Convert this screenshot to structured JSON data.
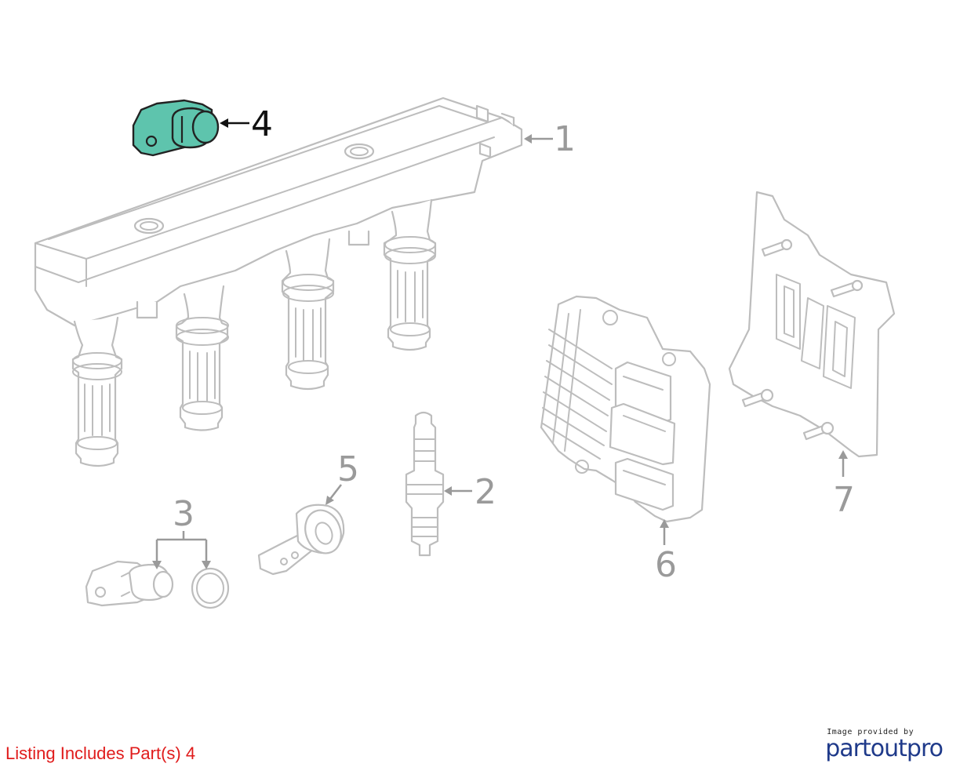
{
  "diagram": {
    "callouts": [
      {
        "id": "1",
        "label": "1",
        "highlighted": false
      },
      {
        "id": "2",
        "label": "2",
        "highlighted": false
      },
      {
        "id": "3",
        "label": "3",
        "highlighted": false
      },
      {
        "id": "4",
        "label": "4",
        "highlighted": true
      },
      {
        "id": "5",
        "label": "5",
        "highlighted": false
      },
      {
        "id": "6",
        "label": "6",
        "highlighted": false
      },
      {
        "id": "7",
        "label": "7",
        "highlighted": false
      }
    ],
    "highlight_color": "#5ec4ad",
    "line_color": "#bdbdbd"
  },
  "footer": {
    "listing_note": "Listing Includes Part(s) 4",
    "listing_note_color": "#e01b1b"
  },
  "branding": {
    "credit": "Image provided by",
    "logo_part1": "part",
    "logo_part2": "out",
    "logo_part3": "pro",
    "logo_color": "#1f3a8a"
  }
}
